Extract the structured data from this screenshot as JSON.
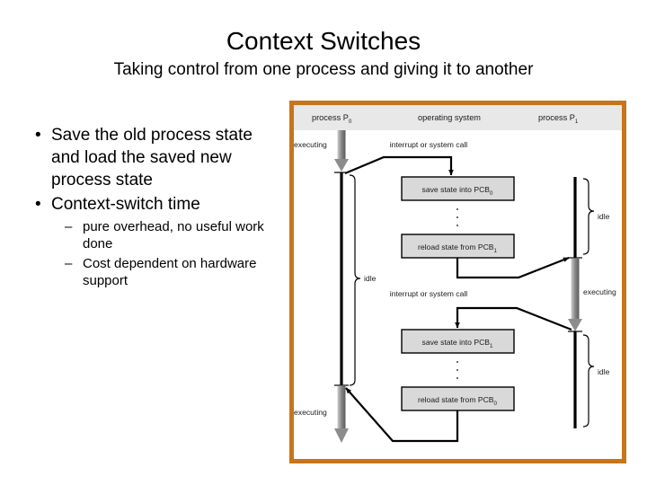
{
  "slide": {
    "title": "Context Switches",
    "subtitle": "Taking control from one process and giving it to another"
  },
  "bullets": [
    {
      "level": 1,
      "marker": "•",
      "text": "Save the old process state and load the saved new process state"
    },
    {
      "level": 1,
      "marker": "•",
      "text": "Context-switch time"
    },
    {
      "level": 2,
      "marker": "–",
      "text": "pure overhead, no useful work done"
    },
    {
      "level": 2,
      "marker": "–",
      "text": "Cost dependent on hardware support"
    }
  ],
  "diagram": {
    "frame_color": "#c8751a",
    "header_band_color": "#e8e8e8",
    "box_fill": "#d9d9d9",
    "headers": {
      "left_main": "process P",
      "left_sub": "0",
      "center": "operating system",
      "right_main": "process P",
      "right_sub": "1"
    },
    "interrupt_label_1": "interrupt or system call",
    "interrupt_label_2": "interrupt or system call",
    "boxes": [
      {
        "main": "save state into PCB",
        "sub": "0"
      },
      {
        "main": "reload state from PCB",
        "sub": "1"
      },
      {
        "main": "save state into PCB",
        "sub": "1"
      },
      {
        "main": "reload state from PCB",
        "sub": "0"
      }
    ],
    "p0_labels": {
      "executing_top": "executing",
      "idle": "idle",
      "executing_bottom": "executing"
    },
    "p1_labels": {
      "idle_top": "idle",
      "executing": "executing",
      "idle_bottom": "idle"
    },
    "ellipsis": "·"
  }
}
